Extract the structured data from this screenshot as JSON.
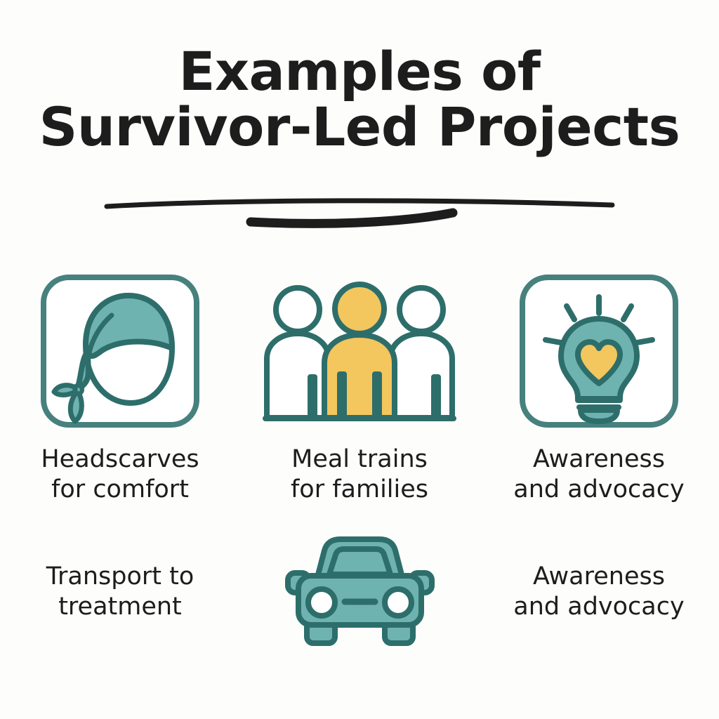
{
  "page": {
    "background_color": "#fdfdfc",
    "text_color": "#1d1d1d"
  },
  "header": {
    "title_line_1": "Examples of",
    "title_line_2": "Survivor-Led Projects",
    "underline_name": "hand-drawn-underline"
  },
  "palette": {
    "teal_outline": "#2d6e6b",
    "teal_fill": "#6fb3b1",
    "teal_border": "#46817e",
    "yellow_fill": "#f3c65e",
    "white_fill": "#ffffff"
  },
  "items": [
    {
      "id": "headscarves",
      "icon": "headscarf-icon",
      "caption": "Headscarves\nfor comfort",
      "framed": true
    },
    {
      "id": "meal-trains",
      "icon": "group-of-people-icon",
      "caption": "Meal trains\nfor families",
      "framed": false
    },
    {
      "id": "awareness",
      "icon": "lightbulb-heart-icon",
      "caption": "Awareness\nand advocacy",
      "framed": true
    }
  ],
  "bottom_row": {
    "left_caption": "Transport to\ntreatment",
    "center_icon": "car-icon",
    "right_caption": "Awareness\nand advocacy"
  }
}
